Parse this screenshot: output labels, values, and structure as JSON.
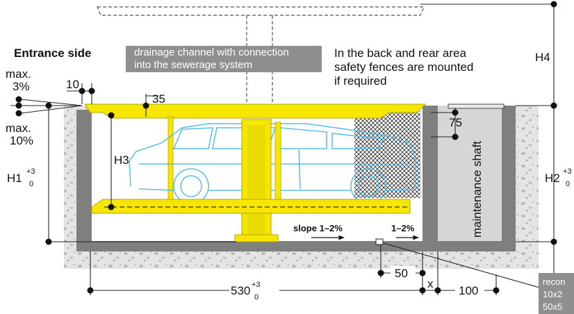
{
  "entrance_side": "Entrance side",
  "drainage_note": {
    "line1": "drainage channel with connection",
    "line2": "into the sewerage system"
  },
  "safety_note": {
    "line1": "In the back and rear area",
    "line2": "safety fences are mounted",
    "line3": "if required"
  },
  "slope_max_top": {
    "line1": "max.",
    "line2": "3%"
  },
  "slope_max_bottom": {
    "line1": "max.",
    "line2": "10%"
  },
  "dim_10": "10",
  "dim_35": "35",
  "dim_75": "75",
  "dim_50": "50",
  "dim_x": "x",
  "dim_100": "100",
  "dim_530": {
    "base": "530",
    "sup": "+3",
    "sub": "0"
  },
  "label_h1": {
    "base": "H1",
    "sup": "+3",
    "sub": "0"
  },
  "label_h2": {
    "base": "H2",
    "sup": "+3",
    "sub": "0"
  },
  "label_h3": "H3",
  "label_h4": "H4",
  "maintenance_shaft": "maintenance shaft",
  "slope_label": "slope 1–2%",
  "slope_right": "1–2%",
  "recommend_note": {
    "line1": "recon",
    "line2": "10x2",
    "line3": "50x5"
  },
  "colors": {
    "platform": "#f6e600",
    "platform_edge": "#b3a500",
    "concrete": "#7a7a7a",
    "car": "#58bde6",
    "note_bg": "#8f8f8f"
  }
}
